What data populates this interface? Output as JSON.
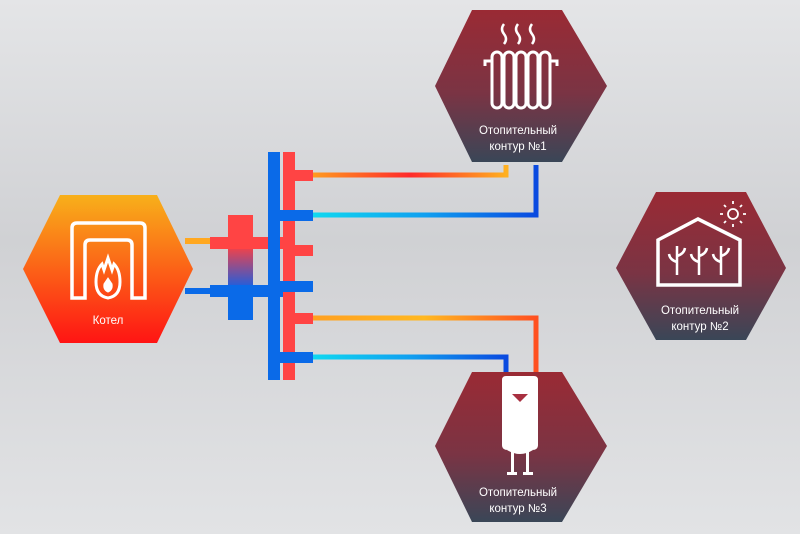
{
  "boiler": {
    "label": "Котел",
    "icon": "boiler-fire-icon"
  },
  "circuits": [
    {
      "line1": "Отопительный",
      "line2": "контур  №1",
      "icon": "radiator-icon"
    },
    {
      "line1": "Отопительный",
      "line2": "контур  №2",
      "icon": "greenhouse-icon"
    },
    {
      "line1": "Отопительный",
      "line2": "контур  №3",
      "icon": "water-heater-icon"
    }
  ],
  "colors": {
    "hot": "#ff3b3b",
    "cold": "#0a6ae8",
    "hot_line": "#ffa020",
    "cold_line": "#10d0f0",
    "hex_top": "#9a2a34",
    "hex_bottom": "#3a4657",
    "boiler_top": "#f8b01a",
    "boiler_bottom": "#ff1a1a"
  }
}
